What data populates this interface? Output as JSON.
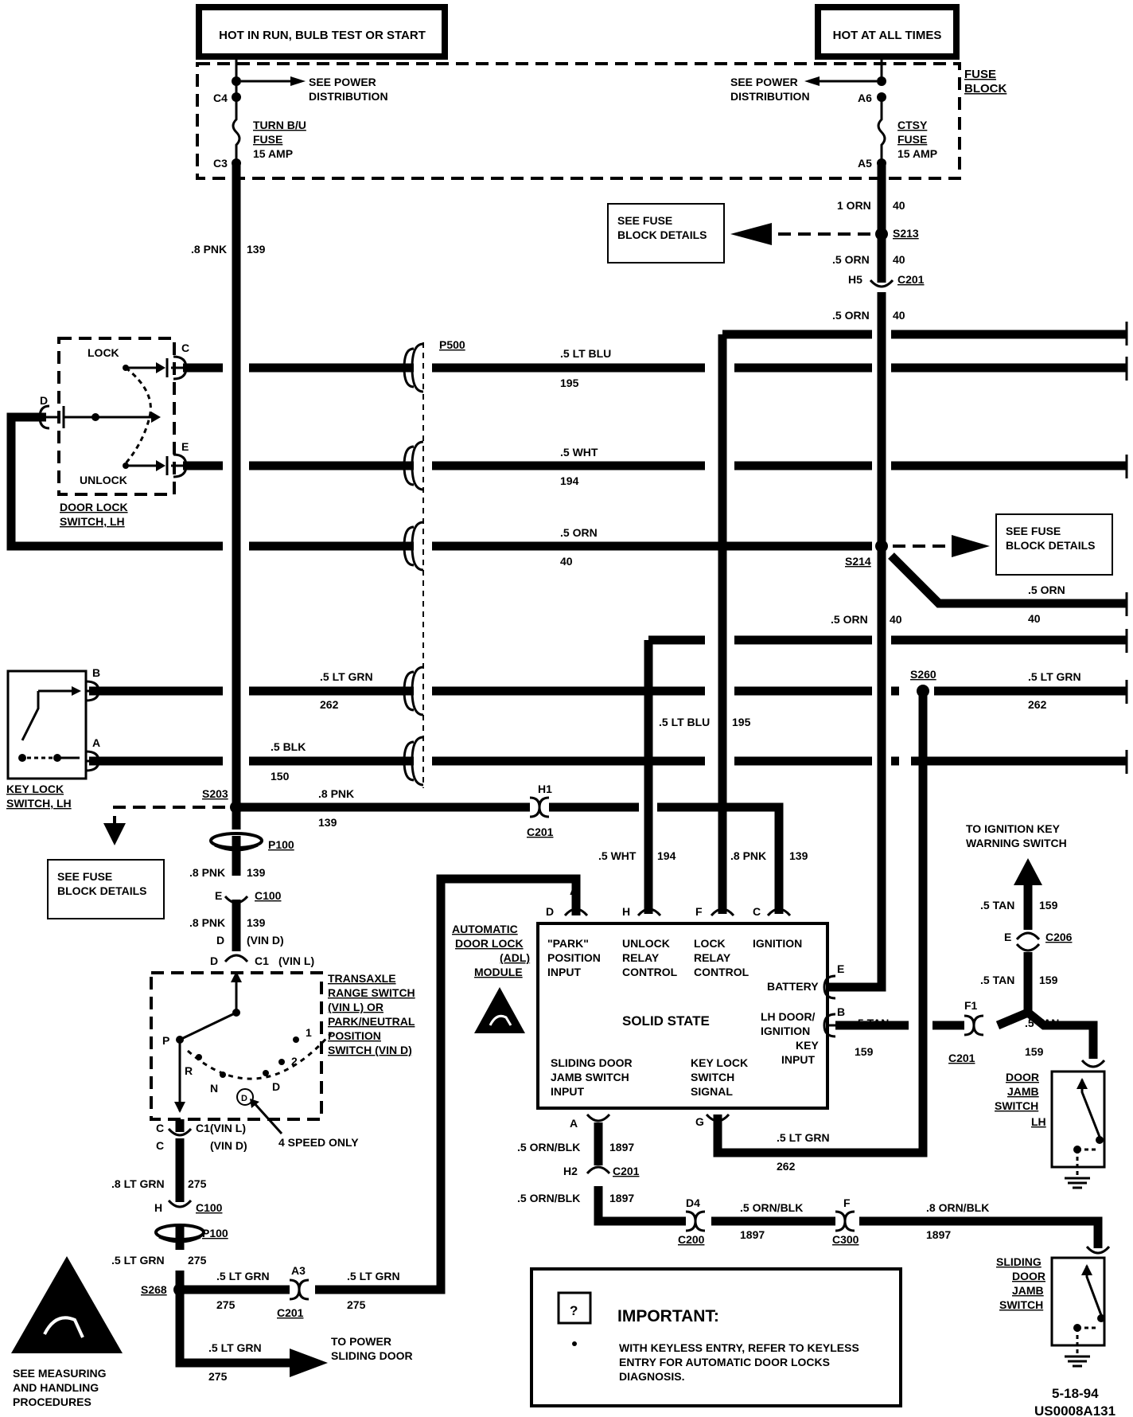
{
  "power": {
    "left_source": "HOT IN RUN, BULB TEST OR START",
    "right_source": "HOT AT ALL TIMES",
    "fuse_block_label": "FUSE BLOCK",
    "see_power_left": "SEE POWER DISTRIBUTION",
    "see_power_right": "SEE POWER DISTRIBUTION",
    "left_fuse": {
      "name": "TURN B/U FUSE",
      "rating": "15 AMP",
      "in_pin": "C4",
      "out_pin": "C3"
    },
    "right_fuse": {
      "name": "CTSY FUSE",
      "rating": "15 AMP",
      "in_pin": "A6",
      "out_pin": "A5"
    }
  },
  "see_fuse_block": [
    "SEE FUSE BLOCK DETAILS",
    "SEE FUSE BLOCK DETAILS",
    "SEE FUSE BLOCK DETAILS"
  ],
  "splices": {
    "s213": "S213",
    "s214": "S214",
    "s260": "S260",
    "s203": "S203",
    "s268": "S268"
  },
  "connectors": {
    "c201": "C201",
    "h5": "H5",
    "p500": "P500",
    "h1": "H1",
    "p100": "P100",
    "c100": "C100",
    "e": "E",
    "d": "D",
    "c1": "C1",
    "c1vinl": "(VIN L)",
    "c1vind": "(VIN D)",
    "vind": "(VIN D)",
    "c1_vin_l": "C1(VIN L)",
    "c": "C",
    "h": "H",
    "a3": "A3",
    "h2": "H2",
    "d4": "D4",
    "c200": "C200",
    "f": "F",
    "c300": "C300",
    "c206": "C206",
    "f1": "F1"
  },
  "wires": {
    "w1orn": "1 ORN",
    "n40": "40",
    "w5orn": ".5 ORN",
    "w8pnk": ".8 PNK",
    "n139": "139",
    "w5ltblu": ".5 LT BLU",
    "n195": "195",
    "w5wht": ".5 WHT",
    "n194": "194",
    "w5ltgrn": ".5 LT GRN",
    "n262": "262",
    "w5blk": ".5 BLK",
    "n150": "150",
    "w8ltgrn": ".8 LT GRN",
    "n275": "275",
    "w5tan": ".5 TAN",
    "n159": "159",
    "w5ornblk": ".5 ORN/BLK",
    "w5ornblk2": ".5 ORN/BLK",
    "n1897": "1897",
    "w8ornblk": ".8 ORN/BLK"
  },
  "door_lock_switch": {
    "lock": "LOCK",
    "unlock": "UNLOCK",
    "title": "DOOR LOCK SWITCH, LH",
    "pin_c": "C",
    "pin_d": "D",
    "pin_e": "E"
  },
  "key_lock_switch": {
    "title": "KEY LOCK SWITCH, LH",
    "pin_b": "B",
    "pin_a": "A"
  },
  "transaxle": {
    "title_1": "TRANSAXLE",
    "title_2": "RANGE SWITCH",
    "title_3": "(VIN L) OR",
    "title_4": "PARK/NEUTRAL",
    "title_5": "POSITION",
    "title_6": "SWITCH (VIN D)",
    "p": "P",
    "r": "R",
    "n": "N",
    "d": "D",
    "d_circle": "D",
    "one": "1",
    "two": "2",
    "note": "4 SPEED ONLY"
  },
  "module": {
    "title_1": "AUTOMATIC",
    "title_2": "DOOR LOCK",
    "title_3": "(ADL)",
    "title_4": "MODULE",
    "solid_state": "SOLID STATE",
    "park_1": "\"PARK\"",
    "park_2": "POSITION",
    "park_3": "INPUT",
    "unlock_1": "UNLOCK",
    "unlock_2": "RELAY",
    "unlock_3": "CONTROL",
    "lock_1": "LOCK",
    "lock_2": "RELAY",
    "lock_3": "CONTROL",
    "ignition": "IGNITION",
    "battery": "BATTERY",
    "lhdoor_1": "LH DOOR/",
    "lhdoor_2": "IGNITION",
    "lhdoor_3": "KEY",
    "lhdoor_4": "INPUT",
    "sliding_1": "SLIDING DOOR",
    "sliding_2": "JAMB SWITCH",
    "sliding_3": "INPUT",
    "keylock_1": "KEY LOCK",
    "keylock_2": "SWITCH",
    "keylock_3": "SIGNAL",
    "pin_d": "D",
    "pin_h": "H",
    "pin_f": "F",
    "pin_c": "C",
    "pin_e": "E",
    "pin_b": "B",
    "pin_a": "A",
    "pin_g": "G",
    "pin_a_top": "A"
  },
  "right_side": {
    "to_ign_1": "TO IGNITION KEY",
    "to_ign_2": "WARNING SWITCH",
    "door_jamb_1": "DOOR",
    "door_jamb_2": "JAMB",
    "door_jamb_3": "SWITCH",
    "door_jamb_4": "LH",
    "sliding_1": "SLIDING",
    "sliding_2": "DOOR",
    "sliding_3": "JAMB",
    "sliding_4": "SWITCH"
  },
  "to_power_sliding": {
    "line_1": "TO POWER",
    "line_2": "SLIDING DOOR"
  },
  "esd": {
    "line_1": "SEE MEASURING",
    "line_2": "AND HANDLING",
    "line_3": "PROCEDURES"
  },
  "important": {
    "title": "IMPORTANT:",
    "line_1": "WITH KEYLESS ENTRY, REFER TO KEYLESS",
    "line_2": "ENTRY FOR AUTOMATIC DOOR LOCKS",
    "line_3": "DIAGNOSIS."
  },
  "footer": {
    "date": "5-18-94",
    "code": "US0008A131"
  }
}
